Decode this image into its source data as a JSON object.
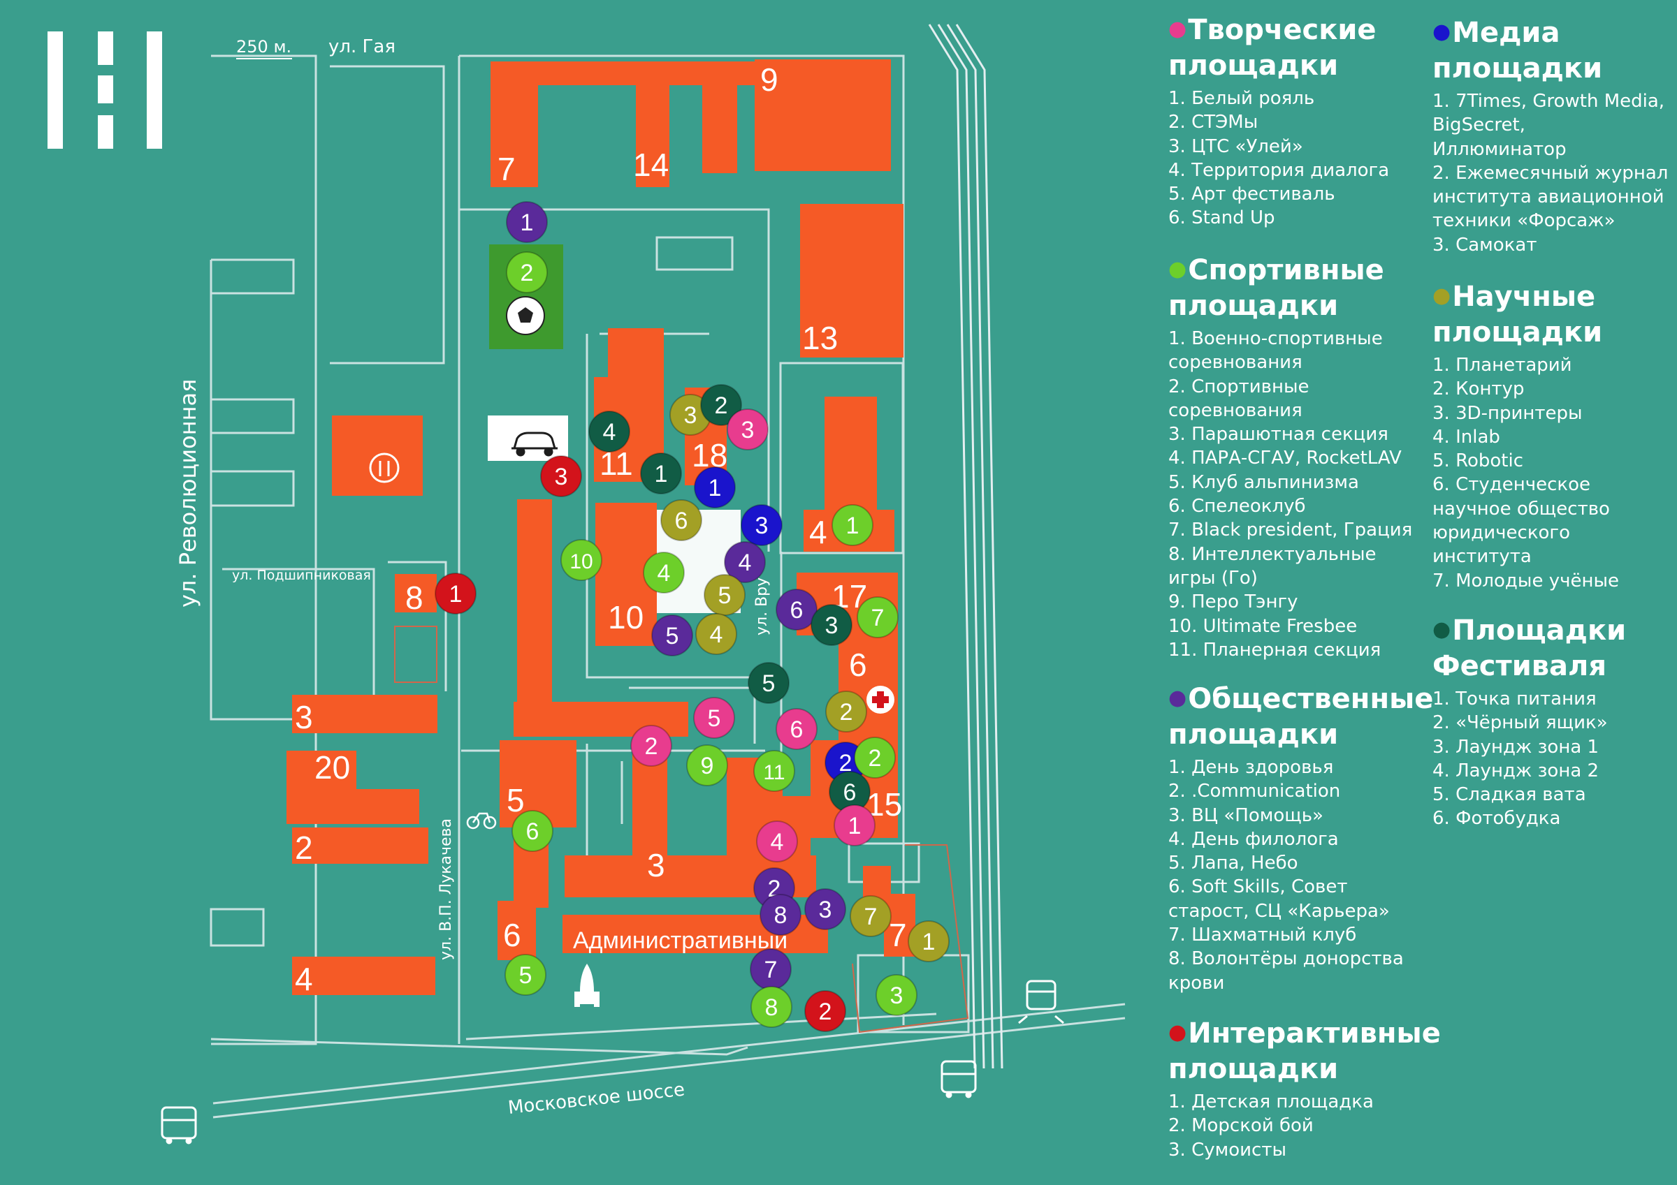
{
  "map": {
    "streets": [
      {
        "id": "gaya",
        "text": "ул. Гая"
      },
      {
        "id": "revolyutsionnaya",
        "text": "ул. Революционная"
      },
      {
        "id": "podshipnikovaya",
        "text": "ул. Подшипниковая"
      },
      {
        "id": "lukacheva",
        "text": "ул. В.П. Лукачева"
      },
      {
        "id": "vrubelya",
        "text": "ул. Вру"
      },
      {
        "id": "moskovskoe",
        "text": "Московское шоссе"
      }
    ],
    "scale_text": "250 м.",
    "building_labels": {
      "b7top": "7",
      "b14": "14",
      "b9": "9",
      "b13": "13",
      "b11": "11",
      "b18": "18",
      "b4r": "4",
      "b17": "17",
      "b6r": "6",
      "b10": "10",
      "b8": "8",
      "b3l": "3",
      "b20": "20",
      "b2l": "2",
      "b4l": "4",
      "b5": "5",
      "b3c": "3",
      "b6b": "6",
      "b15": "15",
      "b7b": "7",
      "admin": "Административный"
    },
    "markers": [
      {
        "id": "c-1-a",
        "cat": "community",
        "n": "1"
      },
      {
        "id": "s-2-a",
        "cat": "sport",
        "n": "2"
      },
      {
        "id": "f-4-a",
        "cat": "festival",
        "n": "4"
      },
      {
        "id": "sci-3-a",
        "cat": "science",
        "n": "3"
      },
      {
        "id": "f-2-a",
        "cat": "festival",
        "n": "2"
      },
      {
        "id": "cr-3-a",
        "cat": "creative",
        "n": "3"
      },
      {
        "id": "i-3-a",
        "cat": "interactive",
        "n": "3"
      },
      {
        "id": "f-1-a",
        "cat": "festival",
        "n": "1"
      },
      {
        "id": "m-1-a",
        "cat": "media",
        "n": "1"
      },
      {
        "id": "sci-6-a",
        "cat": "science",
        "n": "6"
      },
      {
        "id": "m-3-a",
        "cat": "media",
        "n": "3"
      },
      {
        "id": "s-1-a",
        "cat": "sport",
        "n": "1"
      },
      {
        "id": "s-10-a",
        "cat": "sport",
        "n": "10"
      },
      {
        "id": "c-4-a",
        "cat": "community",
        "n": "4"
      },
      {
        "id": "s-4-a",
        "cat": "sport",
        "n": "4"
      },
      {
        "id": "sci-5-a",
        "cat": "science",
        "n": "5"
      },
      {
        "id": "i-1-a",
        "cat": "interactive",
        "n": "1"
      },
      {
        "id": "c-5-a",
        "cat": "community",
        "n": "5"
      },
      {
        "id": "sci-4-a",
        "cat": "science",
        "n": "4"
      },
      {
        "id": "c-6-a",
        "cat": "community",
        "n": "6"
      },
      {
        "id": "f-3-a",
        "cat": "festival",
        "n": "3"
      },
      {
        "id": "s-7-a",
        "cat": "sport",
        "n": "7"
      },
      {
        "id": "f-5-a",
        "cat": "festival",
        "n": "5"
      },
      {
        "id": "cr-5-a",
        "cat": "creative",
        "n": "5"
      },
      {
        "id": "cr-6-a",
        "cat": "creative",
        "n": "6"
      },
      {
        "id": "sci-2-a",
        "cat": "science",
        "n": "2"
      },
      {
        "id": "cr-2-a",
        "cat": "creative",
        "n": "2"
      },
      {
        "id": "s-9-a",
        "cat": "sport",
        "n": "9"
      },
      {
        "id": "s-11-a",
        "cat": "sport",
        "n": "11"
      },
      {
        "id": "m-2-a",
        "cat": "media",
        "n": "2"
      },
      {
        "id": "s-2-b",
        "cat": "sport",
        "n": "2"
      },
      {
        "id": "f-6-a",
        "cat": "festival",
        "n": "6"
      },
      {
        "id": "s-6-a",
        "cat": "sport",
        "n": "6"
      },
      {
        "id": "cr-1-a",
        "cat": "creative",
        "n": "1"
      },
      {
        "id": "cr-4-a",
        "cat": "creative",
        "n": "4"
      },
      {
        "id": "c-2-a",
        "cat": "community",
        "n": "2"
      },
      {
        "id": "c-8-a",
        "cat": "community",
        "n": "8"
      },
      {
        "id": "c-3-a",
        "cat": "community",
        "n": "3"
      },
      {
        "id": "sci-7-a",
        "cat": "science",
        "n": "7"
      },
      {
        "id": "sci-1-a",
        "cat": "science",
        "n": "1"
      },
      {
        "id": "s-5-a",
        "cat": "sport",
        "n": "5"
      },
      {
        "id": "c-7-a",
        "cat": "community",
        "n": "7"
      },
      {
        "id": "s-8-a",
        "cat": "sport",
        "n": "8"
      },
      {
        "id": "i-2-a",
        "cat": "interactive",
        "n": "2"
      },
      {
        "id": "s-3-a",
        "cat": "sport",
        "n": "3"
      }
    ],
    "icons": [
      "logo-icon",
      "soccer-ball-icon",
      "car-icon",
      "fork-knife-icon",
      "medical-cross-icon",
      "bicycle-icon",
      "rocket-icon",
      "train-icon",
      "bus-icon-right",
      "bus-icon-left"
    ]
  },
  "colors": {
    "background": "#3a9e8d",
    "building": "#f55a26",
    "road": "#e4eef0",
    "field": "#3e9a2e",
    "creative": "#e83c8e",
    "media": "#1a14cc",
    "sport": "#6dcf2a",
    "science": "#a3a025",
    "community": "#5a2a9a",
    "interactive": "#d3131b",
    "festival": "#115c45",
    "text": "#ffffff"
  },
  "legend": {
    "creative": {
      "title": "Творческие\nплощадки",
      "items": [
        "1. Белый рояль",
        "2. СТЭМы",
        "3. ЦТС «Улей»",
        "4. Территория диалога",
        "5. Арт фестиваль",
        "6. Stand Up"
      ]
    },
    "sport": {
      "title": "Спортивные\nплощадки",
      "items": [
        "1. Военно-спортивные\nсоревнования",
        "2. Спортивные\nсоревнования",
        "3. Парашютная секция",
        "4. ПАРА-СГАУ, RocketLAV",
        "5. Клуб альпинизма",
        "6. Спелеоклуб",
        "7. Black president, Грация",
        "8. Интеллектуальные\nигры (Го)",
        "9. Перо Тэнгу",
        "10. Ultimate Fresbee",
        "11. Планерная секция"
      ]
    },
    "community": {
      "title": "Общественные\nплощадки",
      "items": [
        "1. День здоровья",
        "2. .Communication",
        "3. ВЦ «Помощь»",
        "4. День филолога",
        "5. Лапа, Небо",
        "6. Soft Skills, Совет\nстарост, СЦ «Карьера»",
        "7. Шахматный клуб",
        "8. Волонтёры донорства\nкрови"
      ]
    },
    "interactive": {
      "title": "Интерактивные\nплощадки",
      "items": [
        "1. Детская площадка",
        "2. Морской бой",
        "3. Сумоисты"
      ]
    },
    "media": {
      "title": "Медиа\nплощадки",
      "items": [
        "1. 7Times, Growth Media,\nBigSecret,\nИллюминатор",
        "2. Ежемесячный журнал\nинститута авиационной\nтехники «Форсаж»",
        "3. Самокат"
      ]
    },
    "science": {
      "title": "Научные\nплощадки",
      "items": [
        "1. Планетарий",
        "2. Контур",
        "3. 3D-принтеры",
        "4. Inlab",
        "5. Robotic",
        "6. Студенческое\nнаучное общество\nюридического\nинститута",
        "7. Молодые учёные"
      ]
    },
    "festival": {
      "title": "Площадки\nФестиваля",
      "items": [
        "1. Точка питания",
        "2. «Чёрный ящик»",
        "3. Лаундж зона 1",
        "4. Лаундж зона 2",
        "5. Сладкая вата",
        "6. Фотобудка"
      ]
    }
  }
}
